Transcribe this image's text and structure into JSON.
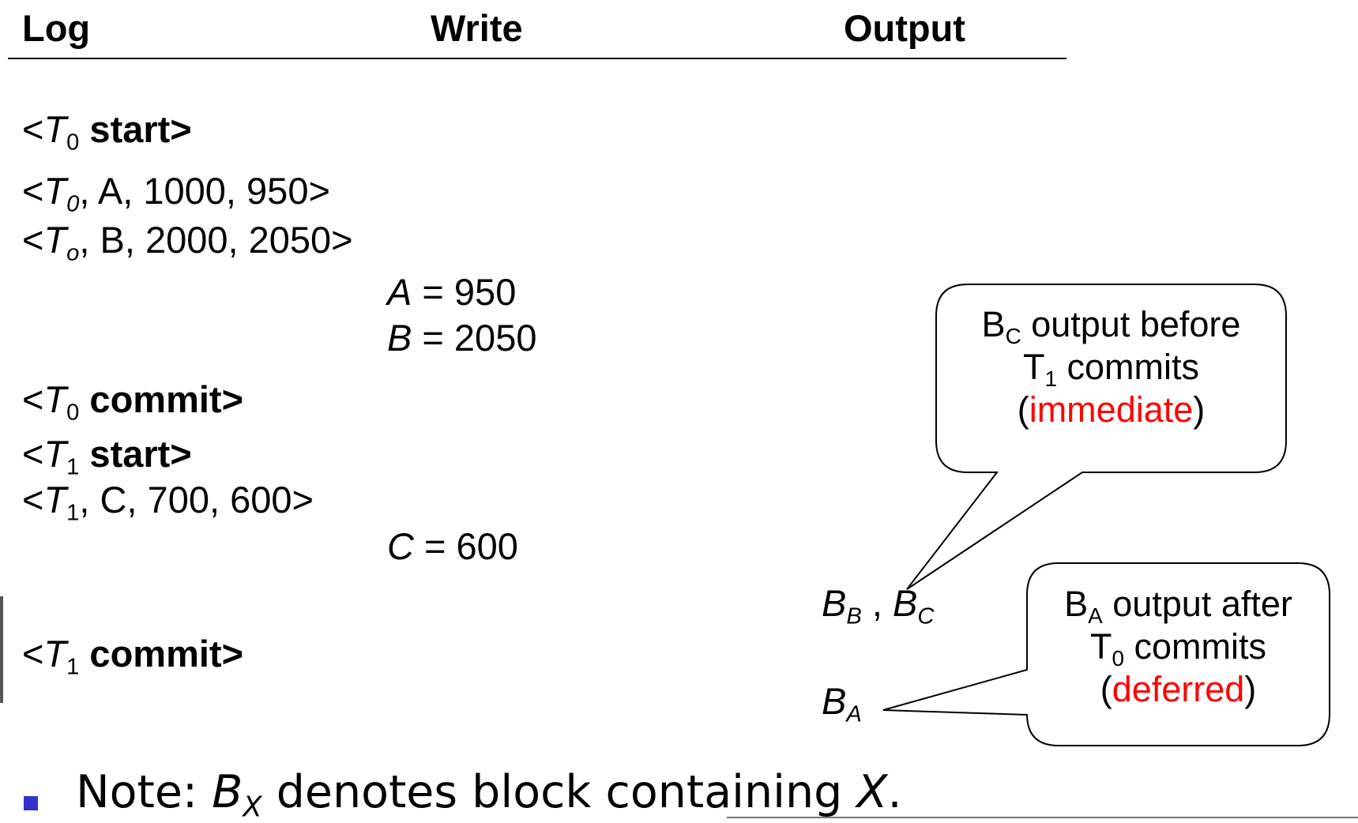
{
  "headers": {
    "log": "Log",
    "write": "Write",
    "output": "Output"
  },
  "log": [
    {
      "t": "T",
      "sub": "0",
      "text": " start>",
      "bold": true,
      "italicSub": false
    },
    {
      "t": "T",
      "sub": "0",
      "text": ", A, 1000, 950>",
      "bold": false,
      "italicSub": true
    },
    {
      "t": "T",
      "sub": "o",
      "text": ", B, 2000, 2050>",
      "bold": false,
      "italicSub": true
    },
    {
      "t": "T",
      "sub": "0",
      "text": " commit>",
      "bold": true,
      "italicSub": false
    },
    {
      "t": "T",
      "sub": "1",
      "text": " start>",
      "bold": true,
      "italicSub": false
    },
    {
      "t": "T",
      "sub": "1",
      "text": ", C, 700, 600>",
      "bold": false,
      "italicSub": false
    },
    {
      "t": "T",
      "sub": "1",
      "text": " commit>",
      "bold": true,
      "italicSub": false
    }
  ],
  "writes": [
    {
      "var": "A",
      "text": " = 950"
    },
    {
      "var": "B",
      "text": " = 2050"
    },
    {
      "var": "C",
      "text": " = 600"
    }
  ],
  "outputs": {
    "line1": {
      "b1": "B",
      "s1": "B",
      "sep": " , ",
      "b2": "B",
      "s2": "C"
    },
    "line2": {
      "b": "B",
      "s": "A"
    }
  },
  "callout_immediate": {
    "l1_b": "B",
    "l1_sub": "C",
    "l1_rest": " output before",
    "l2_t": "T",
    "l2_sub": "1",
    "l2_rest": " commits",
    "l3_open": "(",
    "l3_word": "immediate",
    "l3_close": ")"
  },
  "callout_deferred": {
    "l1_b": "B",
    "l1_sub": "A",
    "l1_rest": " output after",
    "l2_t": "T",
    "l2_sub": "0",
    "l2_rest": " commits",
    "l3_open": "(",
    "l3_word": "deferred",
    "l3_close": ")"
  },
  "note": {
    "prefix": "Note: ",
    "b": "B",
    "sub": "X",
    "middle": " denotes block containing ",
    "x": "X",
    "end": "."
  },
  "colors": {
    "emphasis": "#ff0000",
    "bullet": "#3333cc"
  }
}
